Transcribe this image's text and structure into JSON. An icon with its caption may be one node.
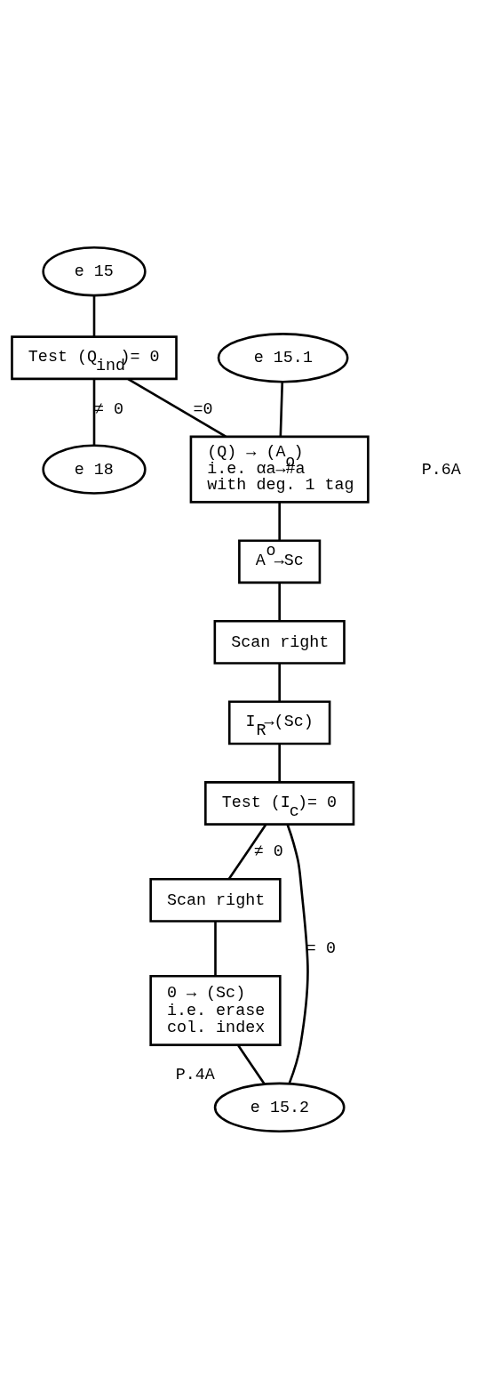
{
  "diagram": {
    "nodes": [
      {
        "text": [
          "e 15"
        ]
      },
      {
        "text": [
          "Test (Q$_{ind}$)= 0"
        ]
      },
      {
        "text": [
          "e 18"
        ]
      },
      {
        "text": [
          "e 15.1"
        ]
      },
      {
        "text": [
          "(Q) → (A$_{o}$) i.e. αa→#a with deg. 1 tag"
        ]
      },
      {
        "text": [
          "A$^{o}$→Sc"
        ]
      },
      {
        "text": [
          "Scan right"
        ]
      },
      {
        "text": [
          "I$_{R}$→(Sc)"
        ]
      },
      {
        "text": [
          "Test (I$_{c}$)= 0"
        ]
      },
      {
        "text": [
          "Scan right"
        ]
      },
      {
        "text": [
          "0 → (Sc) i.e. erase col. index"
        ]
      },
      {
        "text": [
          "e 15.2"
        ],
        "beside": [
          "P.4A"
        ]
      }
    ],
    "edges": [
      {
        "from": 0,
        "to": 1,
        "arrow": "none"
      },
      {
        "from": 1,
        "to": 2,
        "arrow": "none",
        "label": "≠ 0"
      },
      {
        "from": 1,
        "to": 4,
        "arrow": "none",
        "label": "=0"
      },
      {
        "from": 3,
        "to": 4,
        "arrow": "none"
      },
      {
        "from": 4,
        "to": 5,
        "arrow": "none"
      },
      {
        "from": 5,
        "to": 6,
        "arrow": "none"
      },
      {
        "from": 6,
        "to": 7,
        "arrow": "none"
      },
      {
        "from": 7,
        "to": 8,
        "arrow": "none"
      },
      {
        "from": 8,
        "to": 11,
        "arrow": "none",
        "label": "= 0"
      },
      {
        "from": 8,
        "to": 9,
        "arrow": "none",
        "label": "≠ 0"
      },
      {
        "from": 9,
        "to": 10,
        "arrow": "none"
      },
      {
        "from": 10,
        "to": 11,
        "arrow": "none"
      }
    ],
    "labels": [
      "P.6A"
    ]
  }
}
